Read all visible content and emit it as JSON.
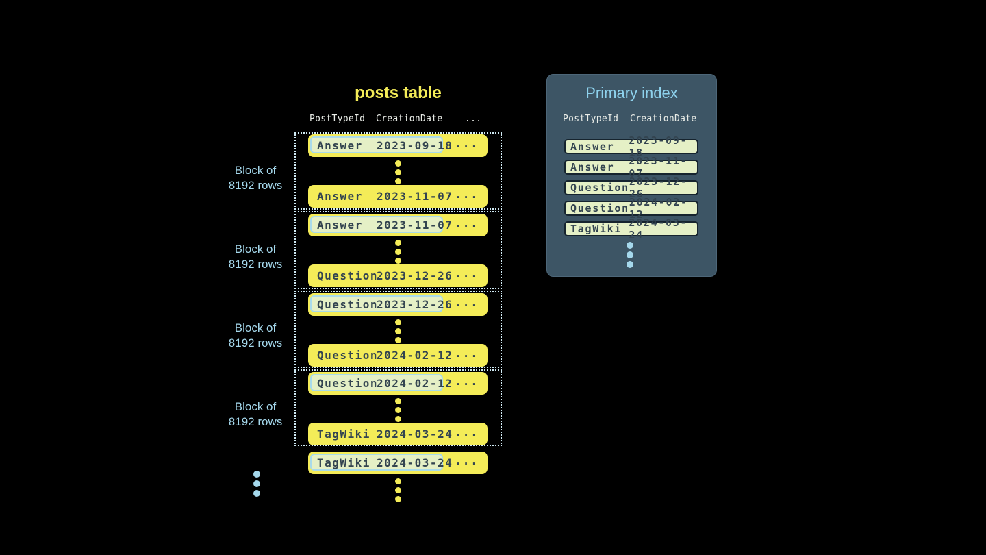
{
  "colors": {
    "bg": "#000000",
    "yellow": "#f4ec58",
    "dark_text": "#334450",
    "highlight_bg": "#e5f0c6",
    "highlight_border": "#a9dbeb",
    "blue": "#a5d8ec",
    "panel_bg": "#3d5565",
    "panel_border": "#4d6678",
    "panel_title": "#8ed2ed",
    "header_text": "#e9ece7",
    "dotted_border": "#cfe9f3",
    "index_row_border": "#16242e"
  },
  "posts_table": {
    "title": "posts table",
    "col_headers": [
      "PostTypeId",
      "CreationDate",
      "..."
    ],
    "block_label": [
      "Block of",
      "8192 rows"
    ],
    "row_ellipsis": "...",
    "blocks": [
      {
        "label": "Block of 8192 rows",
        "first_row": {
          "type": "Answer",
          "date": "2023-09-18",
          "highlighted": true
        },
        "last_row": {
          "type": "Answer",
          "date": "2023-11-07",
          "highlighted": false
        }
      },
      {
        "label": "Block of 8192 rows",
        "first_row": {
          "type": "Answer",
          "date": "2023-11-07",
          "highlighted": true
        },
        "last_row": {
          "type": "Question",
          "date": "2023-12-26",
          "highlighted": false
        }
      },
      {
        "label": "Block of 8192 rows",
        "first_row": {
          "type": "Question",
          "date": "2023-12-26",
          "highlighted": true
        },
        "last_row": {
          "type": "Question",
          "date": "2024-02-12",
          "highlighted": false
        }
      },
      {
        "label": "Block of 8192 rows",
        "first_row": {
          "type": "Question",
          "date": "2024-02-12",
          "highlighted": true
        },
        "last_row": {
          "type": "TagWiki",
          "date": "2024-03-24",
          "highlighted": false
        }
      }
    ],
    "overflow_row": {
      "type": "TagWiki",
      "date": "2024-03-24",
      "highlighted": true
    }
  },
  "primary_index": {
    "title": "Primary index",
    "col_headers": [
      "PostTypeId",
      "CreationDate"
    ],
    "rows": [
      {
        "type": "Answer",
        "date": "2023-09-18"
      },
      {
        "type": "Answer",
        "date": "2023-11-07"
      },
      {
        "type": "Question",
        "date": "2023-12-26"
      },
      {
        "type": "Question",
        "date": "2024-02-12"
      },
      {
        "type": "TagWiki",
        "date": "2024-03-24"
      }
    ]
  }
}
